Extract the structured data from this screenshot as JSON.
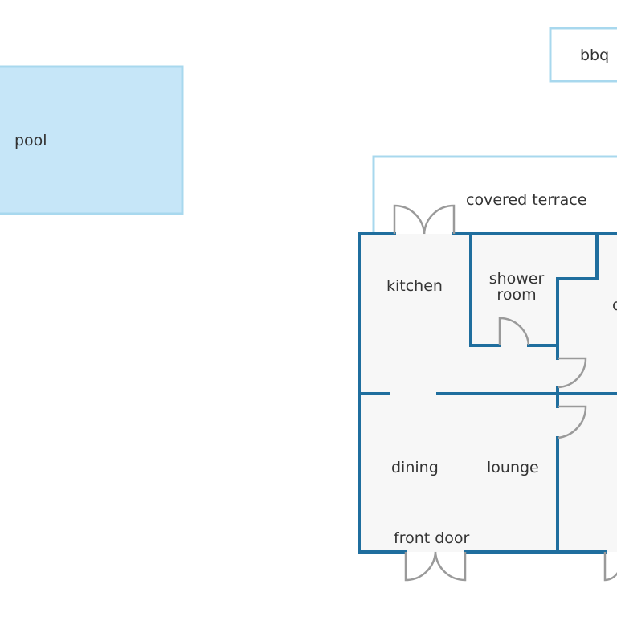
{
  "colors": {
    "pool_fill": "#c6e6f8",
    "outline_light": "#a8d8ee",
    "wall": "#1f6e9e",
    "floor": "#f7f7f7",
    "door": "#9a9a9a",
    "text": "#333333"
  },
  "labels": {
    "pool": "pool",
    "bbq": "bbq",
    "covered_terrace": "covered terrace",
    "kitchen": "kitchen",
    "shower_line1": "shower",
    "shower_line2": "room",
    "partial_room": "d",
    "dining": "dining",
    "lounge": "lounge",
    "front_door": "front door"
  }
}
